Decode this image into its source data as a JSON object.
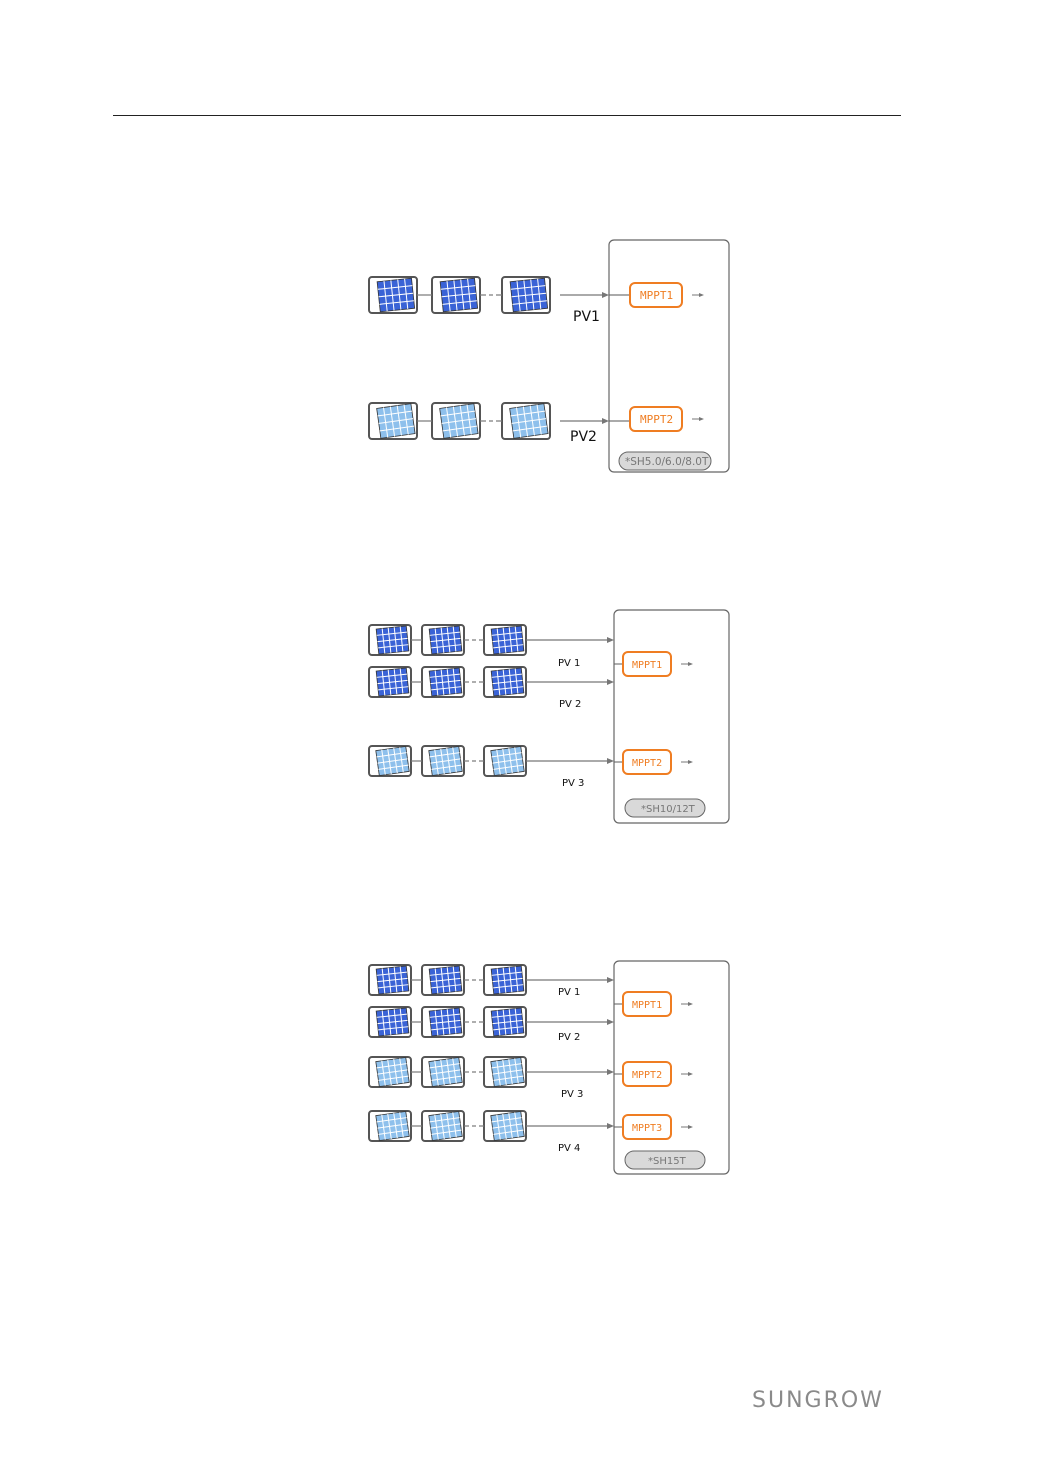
{
  "diagrams": [
    {
      "pv_labels": [
        "PV1",
        "PV2"
      ],
      "mppt_labels": [
        "MPPT1",
        "MPPT2"
      ],
      "model": "*SH5.0/6.0/8.0T"
    },
    {
      "pv_labels": [
        "PV 1",
        "PV 2",
        "PV 3"
      ],
      "mppt_labels": [
        "MPPT1",
        "MPPT2"
      ],
      "model": "*SH10/12T"
    },
    {
      "pv_labels": [
        "PV 1",
        "PV 2",
        "PV 3",
        "PV 4"
      ],
      "mppt_labels": [
        "MPPT1",
        "MPPT2",
        "MPPT3"
      ],
      "model": "*SH15T"
    }
  ],
  "footer": {
    "logo_text": "SUNGROW"
  },
  "colors": {
    "panel_dark": "#3a63d6",
    "panel_light": "#8ec0ec",
    "mppt_orange": "#ef7d22",
    "line": "#777777"
  }
}
